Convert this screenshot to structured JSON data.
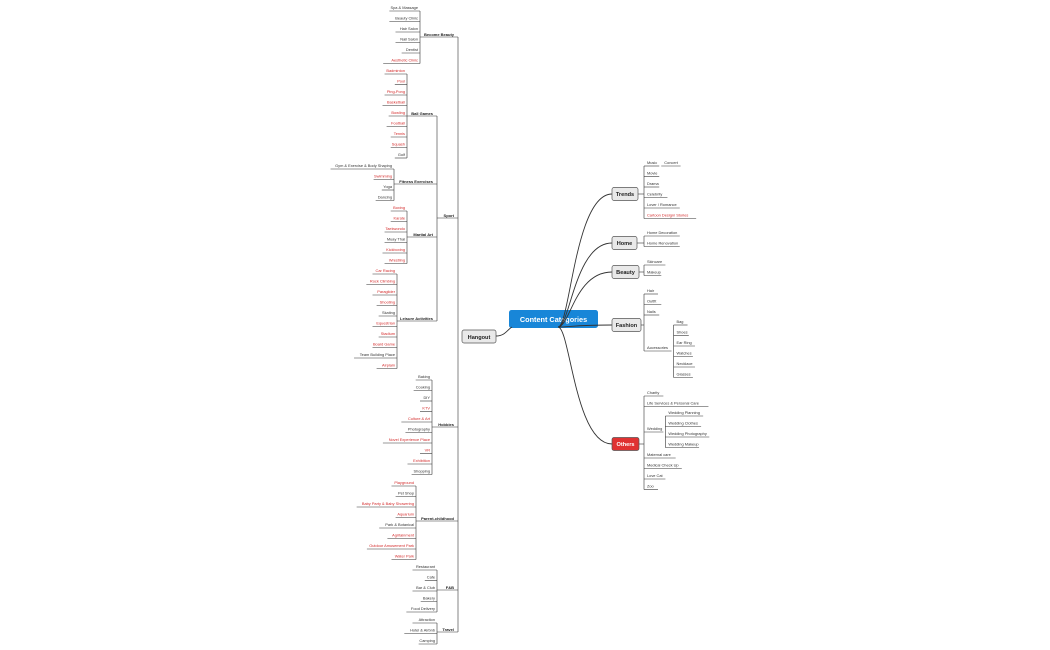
{
  "colors": {
    "line": "#333333",
    "red_text": "#d42a2a",
    "root_fill": "#1886d8",
    "node_fill": "#e9e9e9",
    "others_fill": "#e03232"
  },
  "root": {
    "label": "Content Categories"
  },
  "left": {
    "hangout": {
      "label": "Hangout"
    },
    "groups": [
      {
        "key": "become-beauty",
        "label": "Become Beauty",
        "items": [
          {
            "label": "Spa & Massage",
            "red": false
          },
          {
            "label": "Beauty Clinic",
            "red": false
          },
          {
            "label": "Hair Salon",
            "red": false
          },
          {
            "label": "Nail Salon",
            "red": false
          },
          {
            "label": "Dentist",
            "red": false
          },
          {
            "label": "Aesthetic Clinic",
            "red": true
          }
        ]
      },
      {
        "key": "sport",
        "label": "Sport",
        "subgroups": [
          {
            "key": "ball-games",
            "label": "Ball Games",
            "items": [
              {
                "label": "Badminton",
                "red": true
              },
              {
                "label": "Pool",
                "red": true
              },
              {
                "label": "Ping-Pong",
                "red": true
              },
              {
                "label": "Basketball",
                "red": true
              },
              {
                "label": "Bowling",
                "red": true
              },
              {
                "label": "Football",
                "red": true
              },
              {
                "label": "Tennis",
                "red": true
              },
              {
                "label": "Squash",
                "red": true
              },
              {
                "label": "Golf",
                "red": false
              }
            ]
          },
          {
            "key": "fitness-exercises",
            "label": "Fitness Exercises",
            "items": [
              {
                "label": "Gym & Exercise & Body Shaping",
                "red": false
              },
              {
                "label": "Swimming",
                "red": true
              },
              {
                "label": "Yoga",
                "red": false
              },
              {
                "label": "Dancing",
                "red": false
              }
            ]
          },
          {
            "key": "martial-art",
            "label": "Martial Art",
            "items": [
              {
                "label": "Boxing",
                "red": true
              },
              {
                "label": "Karate",
                "red": true
              },
              {
                "label": "Taekwondo",
                "red": true
              },
              {
                "label": "Muay Thai",
                "red": false
              },
              {
                "label": "Kickboxing",
                "red": true
              },
              {
                "label": "Wrestling",
                "red": true
              }
            ]
          },
          {
            "key": "leisure-activities",
            "label": "Leisure Activities",
            "items": [
              {
                "label": "Car Racing",
                "red": true
              },
              {
                "label": "Rock Climbing",
                "red": true
              },
              {
                "label": "Paraglider",
                "red": true
              },
              {
                "label": "Shooting",
                "red": true
              },
              {
                "label": "Skating",
                "red": false
              },
              {
                "label": "Equestrian",
                "red": true
              },
              {
                "label": "Stadium",
                "red": true
              },
              {
                "label": "Board Game",
                "red": true
              },
              {
                "label": "Team Building Place",
                "red": false
              },
              {
                "label": "Airplain",
                "red": true
              }
            ]
          }
        ]
      },
      {
        "key": "hobbies",
        "label": "Hobbies",
        "items": [
          {
            "label": "Baking",
            "red": false
          },
          {
            "label": "Cooking",
            "red": false
          },
          {
            "label": "DIY",
            "red": false
          },
          {
            "label": "KTV",
            "red": true
          },
          {
            "label": "Culture & Art",
            "red": true
          },
          {
            "label": "Photography",
            "red": false
          },
          {
            "label": "Novel Experience Place",
            "red": true
          },
          {
            "label": "VR",
            "red": true
          },
          {
            "label": "Exhibition",
            "red": true
          },
          {
            "label": "Shopping",
            "red": false
          }
        ]
      },
      {
        "key": "parent-childhood",
        "label": "Parent-childhood",
        "items": [
          {
            "label": "Playground",
            "red": true
          },
          {
            "label": "Pet Shop",
            "red": false
          },
          {
            "label": "Baby Party & Baby Showering",
            "red": true
          },
          {
            "label": "Aquarium",
            "red": true
          },
          {
            "label": "Park & Botanical",
            "red": false
          },
          {
            "label": "Agritainment",
            "red": true
          },
          {
            "label": "Outdoor Amusement Park",
            "red": true
          },
          {
            "label": "Water Park",
            "red": true
          }
        ]
      },
      {
        "key": "fb",
        "label": "F&B",
        "items": [
          {
            "label": "Restaurant",
            "red": false
          },
          {
            "label": "Cafe",
            "red": false
          },
          {
            "label": "Bar & Club",
            "red": false
          },
          {
            "label": "Bakery",
            "red": false
          },
          {
            "label": "Food Delivery",
            "red": false
          }
        ]
      },
      {
        "key": "travel",
        "label": "Travel",
        "items": [
          {
            "label": "Attraction",
            "red": false
          },
          {
            "label": "Hotel & Airbnb",
            "red": false
          },
          {
            "label": "Camping",
            "red": false
          }
        ]
      }
    ]
  },
  "right": [
    {
      "key": "trends",
      "label": "Trends",
      "items": [
        {
          "label": "Music",
          "red": false,
          "children": [
            {
              "label": "Concert",
              "red": false
            }
          ]
        },
        {
          "label": "Movie",
          "red": false
        },
        {
          "label": "Drama",
          "red": false
        },
        {
          "label": "Celebrity",
          "red": false
        },
        {
          "label": "Lover / Romance",
          "red": false
        },
        {
          "label": "Cartoon Design/ Stories",
          "red": true
        }
      ]
    },
    {
      "key": "home",
      "label": "Home",
      "items": [
        {
          "label": "Home Decoration",
          "red": false
        },
        {
          "label": "Home Renovation",
          "red": false
        }
      ]
    },
    {
      "key": "beauty",
      "label": "Beauty",
      "items": [
        {
          "label": "Skincare",
          "red": false
        },
        {
          "label": "Makeup",
          "red": false
        }
      ]
    },
    {
      "key": "fashion",
      "label": "Fashion",
      "items": [
        {
          "label": "Hair",
          "red": false
        },
        {
          "label": "Outfit",
          "red": false
        },
        {
          "label": "Nails",
          "red": false
        },
        {
          "label": "Accessories",
          "red": false,
          "children": [
            {
              "label": "Bag",
              "red": false
            },
            {
              "label": "Shoes",
              "red": false
            },
            {
              "label": "Ear Ring",
              "red": false
            },
            {
              "label": "Watches",
              "red": false
            },
            {
              "label": "Necklace",
              "red": false
            },
            {
              "label": "Glasses",
              "red": false
            }
          ]
        }
      ]
    },
    {
      "key": "others",
      "label": "Others",
      "items": [
        {
          "label": "Charity",
          "red": false
        },
        {
          "label": "Life Services & Personal Care",
          "red": false
        },
        {
          "label": "Wedding",
          "red": false,
          "children": [
            {
              "label": "Wedding Planning",
              "red": false
            },
            {
              "label": "Wedding Clothes",
              "red": false
            },
            {
              "label": "Wedding Photography",
              "red": false
            },
            {
              "label": "Wedding Makeup",
              "red": false
            }
          ]
        },
        {
          "label": "Maternal care",
          "red": false
        },
        {
          "label": "Medical Check Up",
          "red": false
        },
        {
          "label": "Love Cat",
          "red": false
        },
        {
          "label": "Zoo",
          "red": false
        }
      ]
    }
  ]
}
